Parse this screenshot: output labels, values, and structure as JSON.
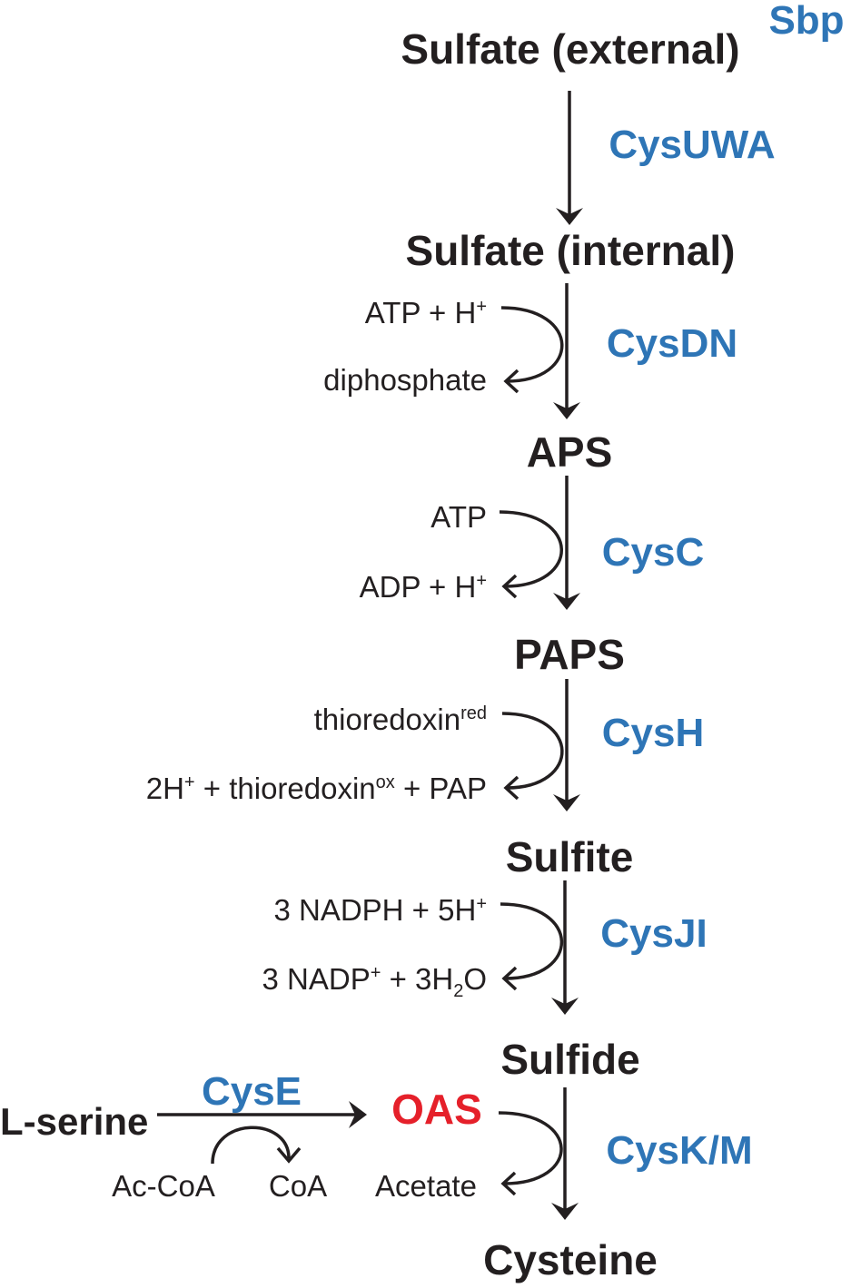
{
  "colors": {
    "metabolite": "#231f20",
    "enzyme": "#2e75b6",
    "highlight": "#e5202a"
  },
  "metabolites": {
    "sulfate_external": "Sulfate (external)",
    "sulfate_internal": "Sulfate (internal)",
    "aps": "APS",
    "paps": "PAPS",
    "sulfite": "Sulfite",
    "sulfide": "Sulfide",
    "cysteine": "Cysteine",
    "l_serine": "L-serine",
    "oas": "OAS"
  },
  "enzymes": {
    "sbp": "Sbp",
    "cysuwa": "CysUWA",
    "cysdn": "CysDN",
    "cysc": "CysC",
    "cysh": "CysH",
    "cysji": "CysJI",
    "cyse": "CysE",
    "cyskm": "CysK/M"
  },
  "cofactors": {
    "cysdn_in": {
      "text": "ATP + H",
      "sup": "+"
    },
    "cysdn_out": "diphosphate",
    "cysc_in": "ATP",
    "cysc_out": {
      "text": "ADP + H",
      "sup": "+"
    },
    "cysh_in": {
      "text": "thioredoxin",
      "sup": "red"
    },
    "cysh_out": {
      "a": "2H",
      "sup1": "+",
      "b": " + thioredoxin",
      "sup2": "ox",
      "c": " + PAP"
    },
    "cysji_in": {
      "text": "3 NADPH + 5H",
      "sup": "+"
    },
    "cysji_out": {
      "a": "3 NADP",
      "sup": "+",
      "b": " + 3H",
      "sub": "2",
      "c": "O"
    },
    "cyse_in": "Ac-CoA",
    "cyse_out": "CoA",
    "cyskm_out": "Acetate"
  }
}
